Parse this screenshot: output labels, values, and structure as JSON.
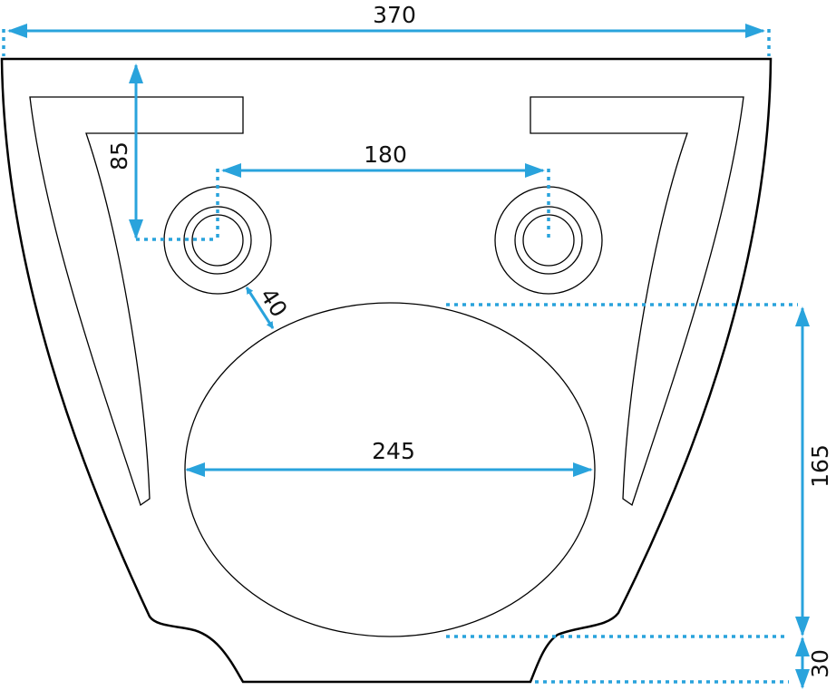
{
  "colors": {
    "dimension": "#29a3dc",
    "outline": "#000000"
  },
  "dimensions": {
    "overall_width": "370",
    "fixing_top_offset": "85",
    "fixing_spacing": "180",
    "hole_clearance": "40",
    "outlet_width": "245",
    "outlet_height": "165",
    "outlet_bottom_offset": "30"
  }
}
